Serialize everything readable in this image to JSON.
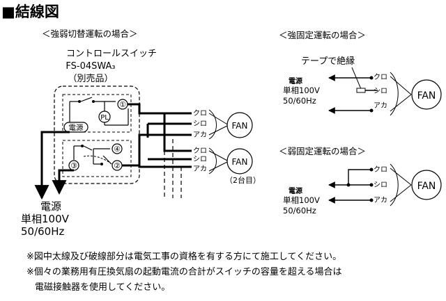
{
  "title": "■結線図",
  "strong_weak": {
    "heading": "＜強弱切替運転の場合＞",
    "switch_name": "コントロールスイッチ",
    "switch_model": "FS-04SWA₃",
    "switch_note": "（別売品）",
    "lamp": "PL",
    "power_symbol": "電源",
    "terminals": [
      "①",
      "②",
      "③",
      "④"
    ],
    "wires": [
      "クロ",
      "シロ",
      "アカ"
    ],
    "fan": "FAN",
    "second_fan_note": "（2台目）",
    "power_label": "電源",
    "power_spec": "単相100V",
    "power_freq": "50/60Hz"
  },
  "strong_fixed": {
    "heading": "＜強固定運転の場合＞",
    "tape_label": "テープで絶縁",
    "power_label": "電源",
    "power_spec": "単相100V",
    "power_freq": "50/60Hz",
    "wires": [
      "クロ",
      "シロ",
      "アカ"
    ],
    "fan": "FAN"
  },
  "weak_fixed": {
    "heading": "＜弱固定運転の場合＞",
    "power_label": "電源",
    "power_spec": "単相100V",
    "power_freq": "50/60Hz",
    "wires": [
      "クロ",
      "シロ",
      "アカ"
    ],
    "fan": "FAN"
  },
  "notes": [
    "※図中太線及び破線部分は電気工事の資格を有する方にて施工してください。",
    "※個々の業務用有圧換気扇の起動電流の合計がスイッチの容量を超える場合は",
    "電磁接触器を使用してください。"
  ]
}
